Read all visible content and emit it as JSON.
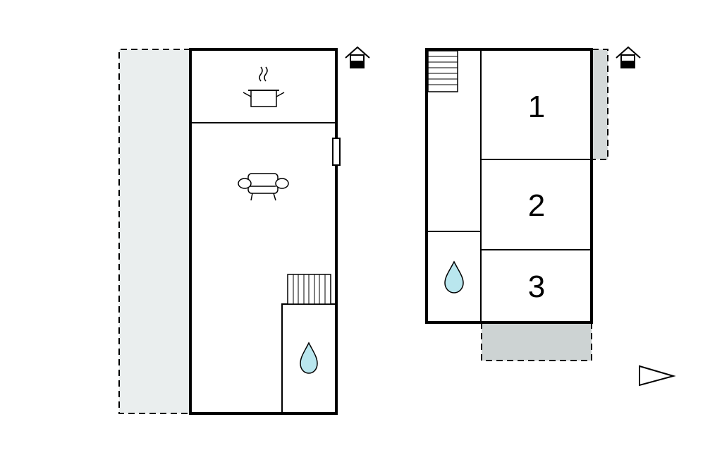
{
  "floors": [
    {
      "id": "ground",
      "icons": [
        "cooking-pot-icon",
        "sofa-icon",
        "staircase-icon",
        "water-drop-icon",
        "entrance-house-icon"
      ],
      "terrace": {
        "style": "dashed",
        "fill": "#eaeeee"
      }
    },
    {
      "id": "upper",
      "rooms": [
        {
          "label": "1",
          "type": "bedroom"
        },
        {
          "label": "2",
          "type": "bedroom"
        },
        {
          "label": "3",
          "type": "bedroom"
        }
      ],
      "icons": [
        "staircase-icon",
        "water-drop-icon",
        "entrance-house-icon"
      ],
      "balcony_side": {
        "style": "dashed",
        "fill": "#d4d9d9"
      },
      "balcony_bottom": {
        "style": "dashed",
        "fill": "#cdd3d3"
      }
    }
  ],
  "compass": {
    "icon": "north-arrow-icon",
    "direction": "right"
  },
  "colors": {
    "wall": "#000000",
    "water": "#b9e6ee",
    "terrace": "#eaeeee",
    "balcony": "#cdd3d3"
  }
}
